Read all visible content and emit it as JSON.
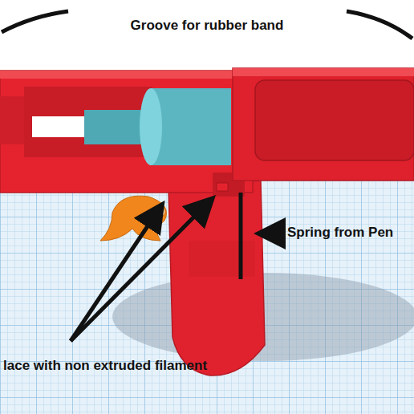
{
  "diagram": {
    "labels": [
      "Groove for rubber band",
      "Spring from Pen",
      "lace with non extruded filament"
    ]
  }
}
